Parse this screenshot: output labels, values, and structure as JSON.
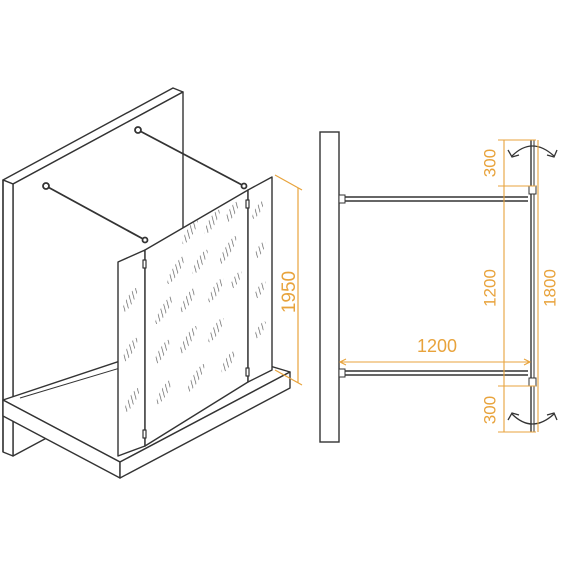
{
  "accent_color": "#E8A33C",
  "line_color": "#333333",
  "iso_view": {
    "height_label": "1950"
  },
  "side_view": {
    "width_label": "1200",
    "upper_offset_label": "300",
    "middle_span_label": "1200",
    "lower_offset_label": "300",
    "total_height_label": "1800"
  }
}
